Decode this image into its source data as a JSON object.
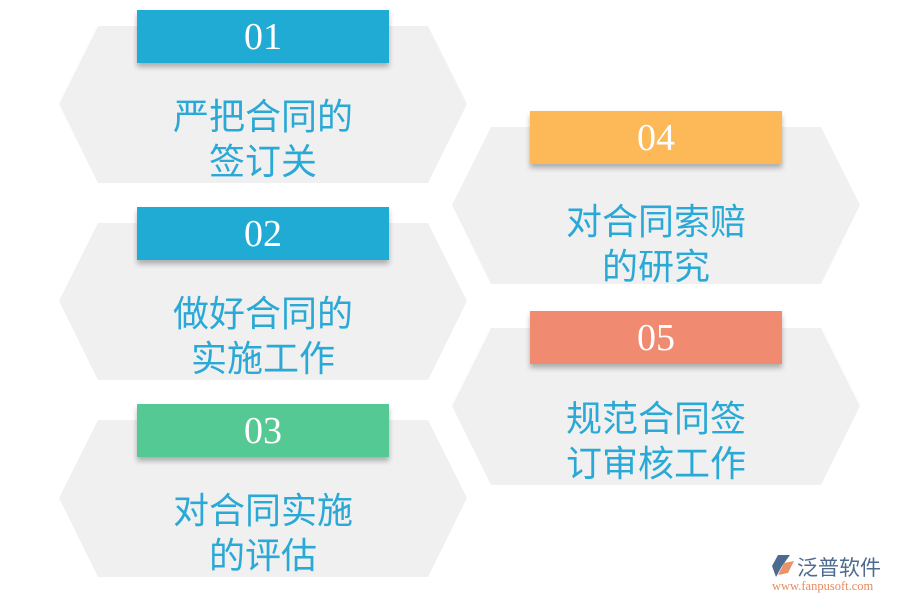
{
  "colors": {
    "hex_bg": "#f0f0f0",
    "text": "#2ba9d6",
    "box_01": "#1fabd4",
    "box_02": "#1fabd4",
    "box_03": "#54c994",
    "box_04": "#fdb858",
    "box_05": "#f08a71"
  },
  "items": [
    {
      "number": "01",
      "lines": [
        "严把合同的",
        "签订关"
      ]
    },
    {
      "number": "02",
      "lines": [
        "做好合同的",
        "实施工作"
      ]
    },
    {
      "number": "03",
      "lines": [
        "对合同实施",
        "的评估"
      ]
    },
    {
      "number": "04",
      "lines": [
        "对合同索赔",
        "的研究"
      ]
    },
    {
      "number": "05",
      "lines": [
        "规范合同签",
        "订审核工作"
      ]
    }
  ],
  "logo": {
    "icon": "fanpu-logo-icon",
    "name": "泛普软件",
    "url": "www.fanpusoft.com"
  }
}
